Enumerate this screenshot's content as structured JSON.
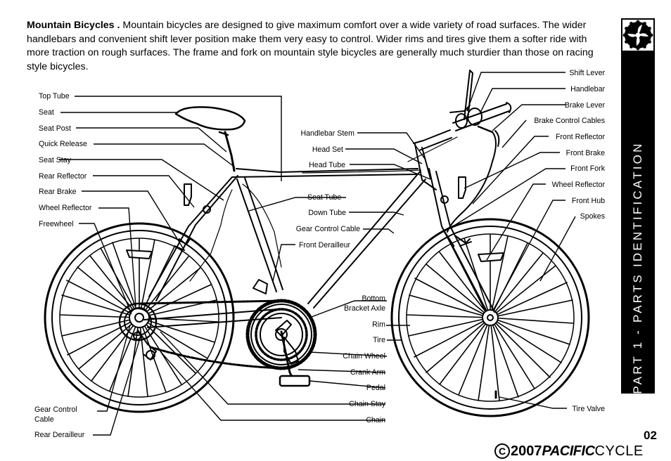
{
  "intro": {
    "heading": "Mountain Bicycles .",
    "body": "Mountain bicycles are designed to give maximum comfort over a wide variety of road surfaces. The wider handlebars and convenient shift lever position make them very easy to control. Wider rims and tires give them a softer ride with more traction on rough surfaces. The frame and fork on mountain style bicycles are generally much sturdier than those on racing style bicycles."
  },
  "labels": {
    "top_tube": "Top Tube",
    "seat": "Seat",
    "seat_post": "Seat Post",
    "quick_release": "Quick Release",
    "seat_stay": "Seat Stay",
    "rear_reflector": "Rear Reflector",
    "rear_brake": "Rear Brake",
    "wheel_reflector_rear": "Wheel Reflector",
    "freewheel": "Freewheel",
    "gear_control_cable_rear_1": "Gear Control",
    "gear_control_cable_rear_2": "Cable",
    "rear_derailleur": "Rear Derailleur",
    "handlebar_stem": "Handlebar Stem",
    "head_set": "Head Set",
    "head_tube": "Head Tube",
    "seat_tube": "Seat Tube",
    "down_tube": "Down Tube",
    "gear_control_cable_front": "Gear Control Cable",
    "front_derailleur": "Front Derailleur",
    "bottom_bracket_1": "Bottom",
    "bottom_bracket_2": "Bracket Axle",
    "rim": "Rim",
    "tire": "Tire",
    "chain_wheel": "Chain Wheel",
    "crank_arm": "Crank Arm",
    "pedal": "Pedal",
    "chain_stay": "Chain Stay",
    "chain": "Chain",
    "shift_lever": "Shift Lever",
    "handlebar": "Handlebar",
    "brake_lever": "Brake Lever",
    "brake_control_cables": "Brake Control Cables",
    "front_reflector": "Front Reflector",
    "front_brake": "Front Brake",
    "front_fork": "Front Fork",
    "wheel_reflector_front": "Wheel Reflector",
    "front_hub": "Front Hub",
    "spokes": "Spokes",
    "tire_valve": "Tire Valve"
  },
  "sidebar": {
    "title": "PART 1 - PARTS IDENTIFICATION",
    "logo_icon": "gear-wheel-icon"
  },
  "page_number": "02",
  "footer": {
    "copyright_symbol": "C",
    "year": "2007",
    "brand_bold": "PACIFIC",
    "brand_light": "CYCLE"
  }
}
